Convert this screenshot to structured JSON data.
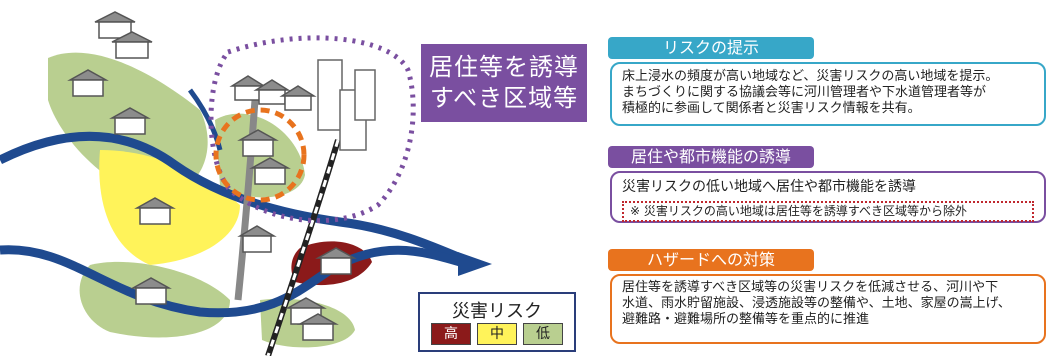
{
  "zone_label": {
    "line1": "居住等を誘導",
    "line2": "すべき区域等"
  },
  "legend": {
    "title": "災害リスク",
    "high": "高",
    "mid": "中",
    "low": "低"
  },
  "sections": [
    {
      "heading": "リスクの提示",
      "color": "#37a7c8",
      "lines": [
        "床上浸水の頻度が高い地域など、災害リスクの高い地域を提示。",
        "まちづくりに関する協議会等に河川管理者や下水道管理者等が",
        "積極的に参画して関係者と災害リスク情報を共有。"
      ]
    },
    {
      "heading": "居住や都市機能の誘導",
      "color": "#7a4fa0",
      "lines": [
        "災害リスクの低い地域へ居住や都市機能を誘導"
      ],
      "note": "※ 災害リスクの高い地域は居住等を誘導すべき区域等から除外"
    },
    {
      "heading": "ハザードへの対策",
      "color": "#e8731e",
      "lines": [
        "居住等を誘導すべき区域等の災害リスクを低減させる、河川や下",
        "水道、雨水貯留施設、浸透施設等の整備や、土地、家屋の嵩上げ、",
        "避難路・避難場所の整備等を重点的に推進"
      ]
    }
  ],
  "colors": {
    "river": "#1f4a8f",
    "risk_high": "#8b1a1a",
    "risk_mid": "#fff35a",
    "risk_low": "#b9cf90",
    "zone_outline": "#7a4fa0",
    "focus_ring": "#e8731e"
  }
}
